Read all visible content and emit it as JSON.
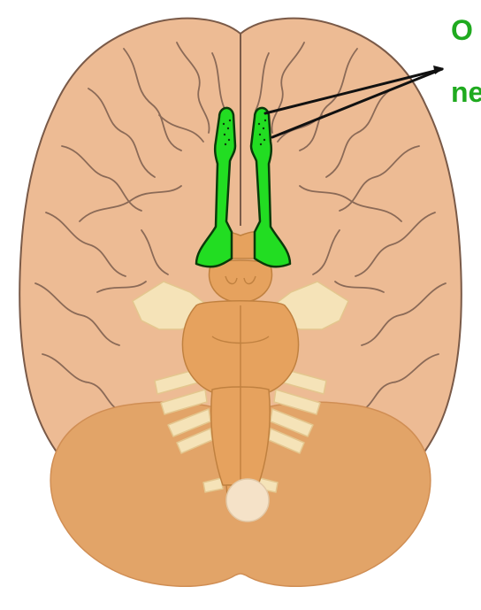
{
  "diagram": {
    "annotation": {
      "line1": "O",
      "line2": "nе"
    }
  },
  "colors": {
    "cerebrum_fill": "#edbb94",
    "cerebrum_stroke": "#7a5a48",
    "gyri_stroke": "#8b6a57",
    "cerebellum_fill": "#e2a468",
    "brainstem_fill": "#e6a25e",
    "brainstem_stroke": "#c08140",
    "nerve_fill": "#f5e3b8",
    "nerve_stroke": "#e4c68e",
    "olfactory_fill": "#22dd22",
    "olfactory_stroke": "#0a3a0a",
    "label_color": "#1faa1f",
    "pointer_color": "#111111"
  },
  "icons": {
    "olfactory": "olfactory-bulb-and-tract"
  }
}
